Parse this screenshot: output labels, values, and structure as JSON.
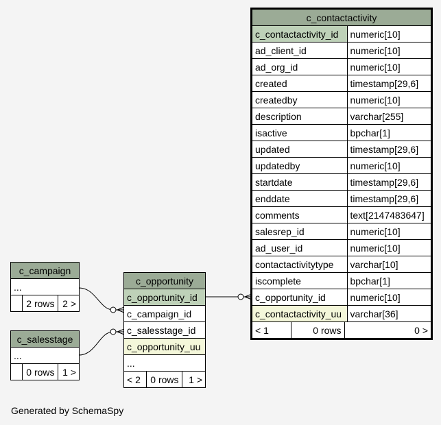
{
  "colors": {
    "header": "#9bab96",
    "primary_key": "#bed1b8",
    "unique": "#f4f7da",
    "background": "#f4f4f4"
  },
  "c_contactactivity": {
    "title": "c_contactactivity",
    "columns": [
      {
        "name": "c_contactactivity_id",
        "type": "numeric[10]"
      },
      {
        "name": "ad_client_id",
        "type": "numeric[10]"
      },
      {
        "name": "ad_org_id",
        "type": "numeric[10]"
      },
      {
        "name": "created",
        "type": "timestamp[29,6]"
      },
      {
        "name": "createdby",
        "type": "numeric[10]"
      },
      {
        "name": "description",
        "type": "varchar[255]"
      },
      {
        "name": "isactive",
        "type": "bpchar[1]"
      },
      {
        "name": "updated",
        "type": "timestamp[29,6]"
      },
      {
        "name": "updatedby",
        "type": "numeric[10]"
      },
      {
        "name": "startdate",
        "type": "timestamp[29,6]"
      },
      {
        "name": "enddate",
        "type": "timestamp[29,6]"
      },
      {
        "name": "comments",
        "type": "text[2147483647]"
      },
      {
        "name": "salesrep_id",
        "type": "numeric[10]"
      },
      {
        "name": "ad_user_id",
        "type": "numeric[10]"
      },
      {
        "name": "contactactivitytype",
        "type": "varchar[10]"
      },
      {
        "name": "iscomplete",
        "type": "bpchar[1]"
      },
      {
        "name": "c_opportunity_id",
        "type": "numeric[10]"
      },
      {
        "name": "c_contactactivity_uu",
        "type": "varchar[36]"
      }
    ],
    "footer": {
      "parents": "< 1",
      "rows": "0 rows",
      "children": "0 >"
    }
  },
  "c_opportunity": {
    "title": "c_opportunity",
    "columns": [
      "c_opportunity_id",
      "c_campaign_id",
      "c_salesstage_id",
      "c_opportunity_uu"
    ],
    "ellipsis": "...",
    "footer": {
      "parents": "< 2",
      "rows": "0 rows",
      "children": "1 >"
    }
  },
  "c_campaign": {
    "title": "c_campaign",
    "ellipsis": "...",
    "footer": {
      "rows": "2 rows",
      "children": "2 >"
    }
  },
  "c_salesstage": {
    "title": "c_salesstage",
    "ellipsis": "...",
    "footer": {
      "rows": "0 rows",
      "children": "1 >"
    }
  },
  "footer_text": "Generated by SchemaSpy"
}
